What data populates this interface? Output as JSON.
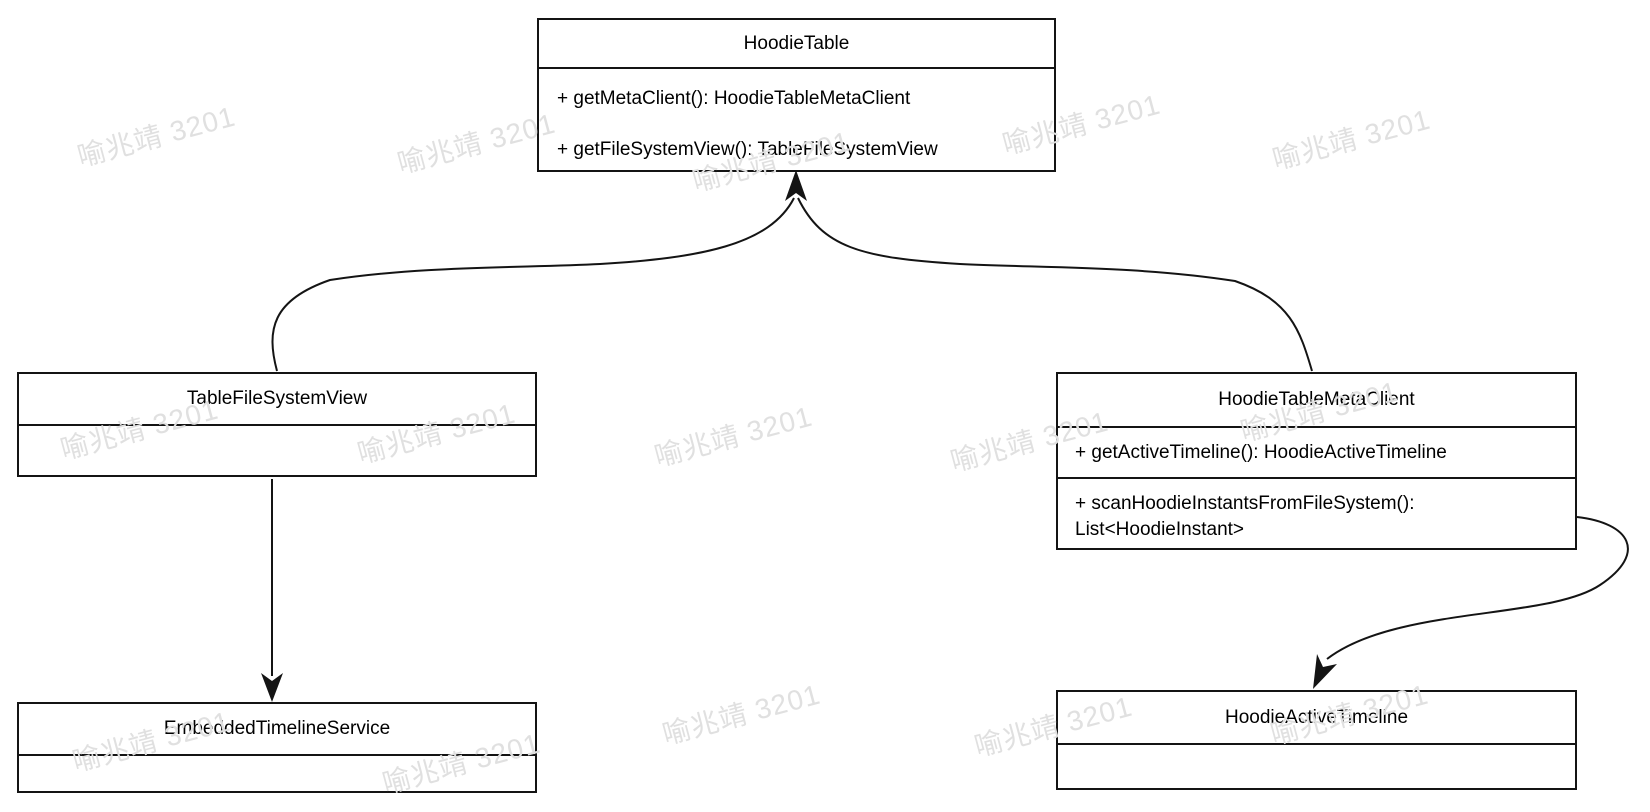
{
  "diagram": {
    "type": "uml-class-diagram",
    "watermark": "喻兆靖 3201",
    "line_color": "#141414",
    "background_color": "#ffffff"
  },
  "classes": [
    {
      "name": "HoodieTable",
      "compartments": [
        [
          "+ getMetaClient(): HoodieTableMetaClient",
          "+ getFileSystemView(): TableFileSystemView"
        ]
      ]
    },
    {
      "name": "TableFileSystemView",
      "compartments": [
        []
      ]
    },
    {
      "name": "HoodieTableMetaClient",
      "compartments": [
        [
          "+ getActiveTimeline(): HoodieActiveTimeline"
        ],
        [
          "+ scanHoodieInstantsFromFileSystem(): List<HoodieInstant>"
        ]
      ]
    },
    {
      "name": "EmbeddedTimelineService",
      "compartments": [
        []
      ]
    },
    {
      "name": "HoodieActiveTimeline",
      "compartments": [
        []
      ]
    }
  ],
  "relationships": [
    {
      "from": "TableFileSystemView",
      "to": "HoodieTable",
      "style": "curved-arrow"
    },
    {
      "from": "HoodieTableMetaClient",
      "to": "HoodieTable",
      "style": "curved-arrow"
    },
    {
      "from": "TableFileSystemView",
      "to": "EmbeddedTimelineService",
      "style": "straight-arrow"
    },
    {
      "from": "HoodieTableMetaClient",
      "to": "HoodieActiveTimeline",
      "style": "curved-arrow"
    }
  ]
}
